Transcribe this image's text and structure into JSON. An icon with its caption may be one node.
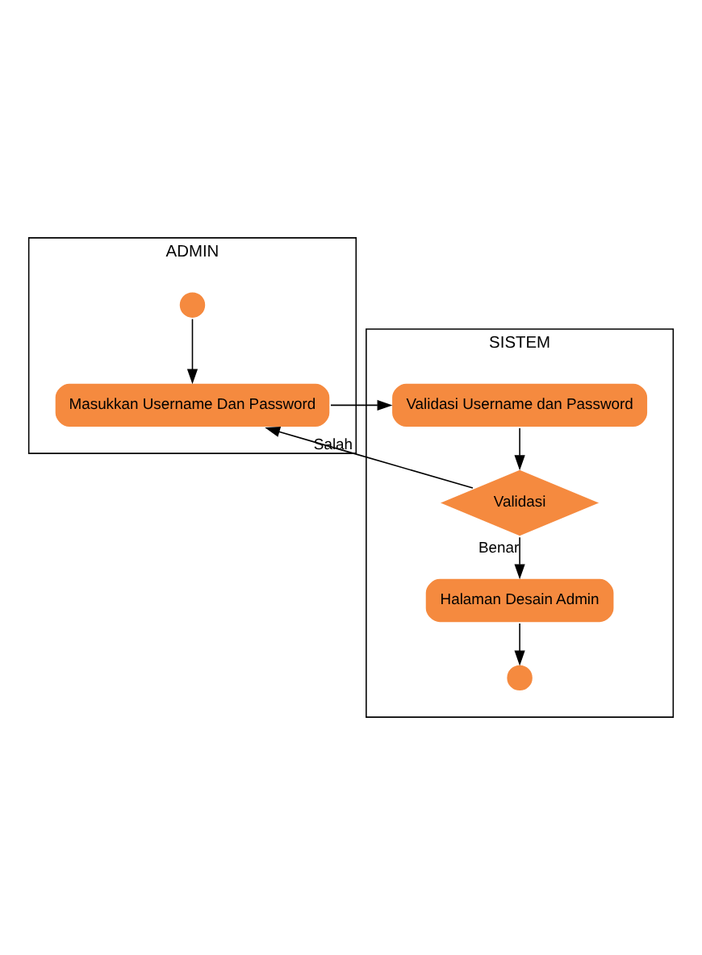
{
  "diagram": {
    "nodes": [
      {
        "text": [
          "ADMIN"
        ]
      },
      {
        "text": [
          "SISTEM"
        ]
      },
      {
        "text": [],
        "shape": "circle",
        "in": 0
      },
      {
        "text": [
          "Masukkan Username Dan Password"
        ],
        "in": 0
      },
      {
        "text": [
          "Validasi Username dan Password"
        ],
        "in": 1
      },
      {
        "text": [
          "Validasi"
        ],
        "in": 1
      },
      {
        "text": [
          "Halaman Desain Admin"
        ],
        "in": 1
      },
      {
        "text": [],
        "shape": "circle",
        "in": 1
      }
    ],
    "edges": [
      {
        "from": 2,
        "to": 3,
        "arrow": "to"
      },
      {
        "from": 3,
        "to": 4,
        "arrow": "to"
      },
      {
        "from": 4,
        "to": 5,
        "arrow": "to"
      },
      {
        "from": 5,
        "to": 3,
        "arrow": "to",
        "label": "Salah"
      },
      {
        "from": 5,
        "to": 6,
        "arrow": "to",
        "label": "Benar"
      },
      {
        "from": 6,
        "to": 7,
        "arrow": "to"
      }
    ]
  }
}
